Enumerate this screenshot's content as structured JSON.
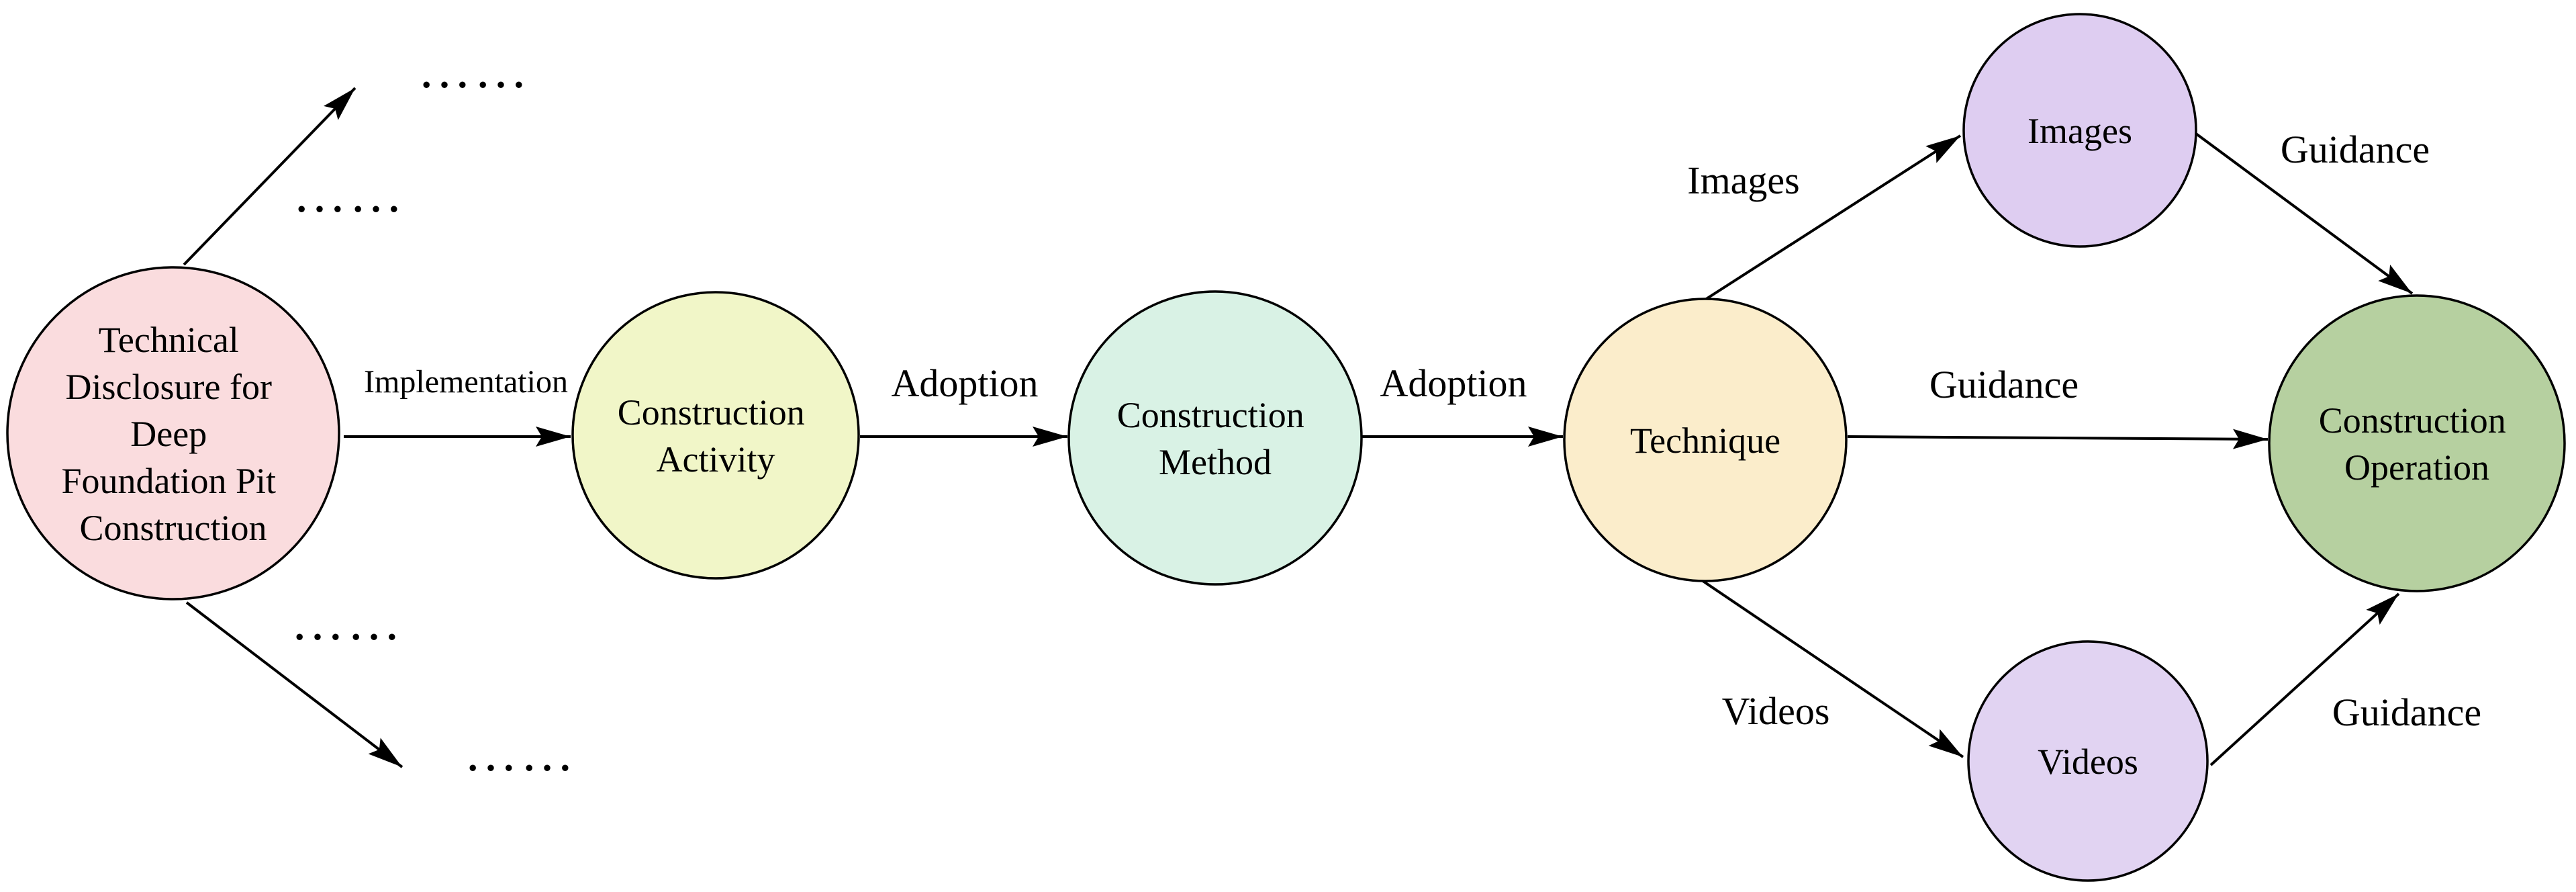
{
  "diagram": {
    "background_color": "#ffffff",
    "line_color": "#000000",
    "nodes": [
      {
        "id": "technical-disclosure",
        "label": "Technical Disclosure for Deep Foundation Pit Construction",
        "lines": [
          "Technical",
          "Disclosure for",
          "Deep",
          "Foundation Pit",
          "Construction"
        ],
        "fill": "#FADCDE"
      },
      {
        "id": "construction-activity",
        "label": "Construction Activity",
        "lines": [
          "Construction",
          "Activity"
        ],
        "fill": "#F1F6C8"
      },
      {
        "id": "construction-method",
        "label": "Construction Method",
        "lines": [
          "Construction",
          "Method"
        ],
        "fill": "#D9F2E5"
      },
      {
        "id": "technique",
        "label": "Technique",
        "lines": [
          "Technique"
        ],
        "fill": "#FBEDCB"
      },
      {
        "id": "images",
        "label": "Images",
        "lines": [
          "Images"
        ],
        "fill": "#DECDF1"
      },
      {
        "id": "videos",
        "label": "Videos",
        "lines": [
          "Videos"
        ],
        "fill": "#E1D3F2"
      },
      {
        "id": "construction-operation",
        "label": "Construction Operation",
        "lines": [
          "Construction",
          "Operation"
        ],
        "fill": "#B6D0A0"
      }
    ],
    "edges": [
      {
        "id": "disclosure-to-others-top",
        "from": "technical-disclosure",
        "to": "unspecified-top",
        "label": ""
      },
      {
        "id": "disclosure-to-activity",
        "from": "technical-disclosure",
        "to": "construction-activity",
        "label": "Implementation"
      },
      {
        "id": "disclosure-to-others-bottom",
        "from": "technical-disclosure",
        "to": "unspecified-bottom",
        "label": ""
      },
      {
        "id": "activity-to-method",
        "from": "construction-activity",
        "to": "construction-method",
        "label": "Adoption"
      },
      {
        "id": "method-to-technique",
        "from": "construction-method",
        "to": "technique",
        "label": "Adoption"
      },
      {
        "id": "technique-to-images",
        "from": "technique",
        "to": "images",
        "label": "Images"
      },
      {
        "id": "technique-to-operation",
        "from": "technique",
        "to": "construction-operation",
        "label": "Guidance"
      },
      {
        "id": "technique-to-videos",
        "from": "technique",
        "to": "videos",
        "label": "Videos"
      },
      {
        "id": "images-to-operation",
        "from": "images",
        "to": "construction-operation",
        "label": "Guidance"
      },
      {
        "id": "videos-to-operation",
        "from": "videos",
        "to": "construction-operation",
        "label": "Guidance"
      }
    ],
    "ellipsis_markers": [
      {
        "id": "ellipsis-top-far",
        "text": "……"
      },
      {
        "id": "ellipsis-top-near",
        "text": "……"
      },
      {
        "id": "ellipsis-bottom-near",
        "text": "……"
      },
      {
        "id": "ellipsis-bottom-far",
        "text": "……"
      }
    ]
  }
}
